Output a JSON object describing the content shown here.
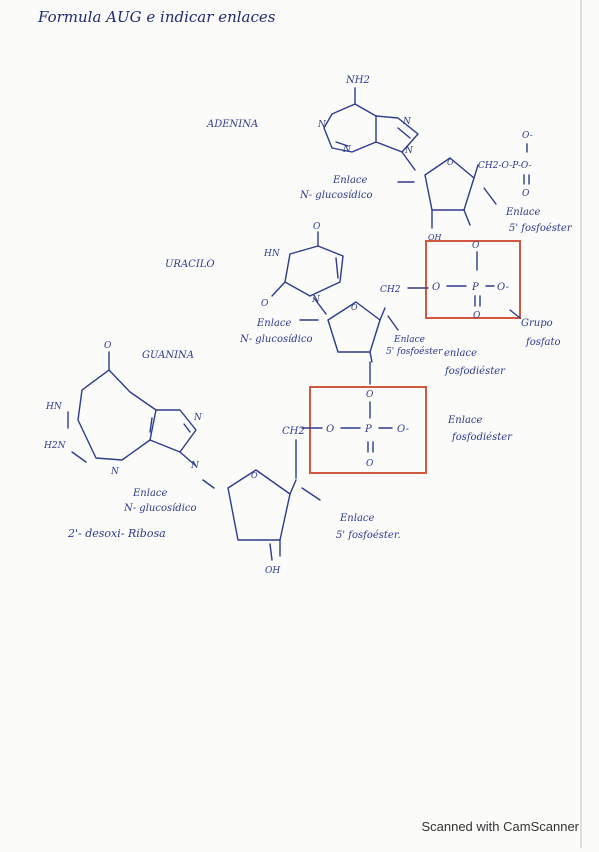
{
  "title": "Formula AUG e indicar enlaces",
  "labels": {
    "adenina": "ADENINA",
    "uracilo": "URACILO",
    "guanina": "GUANINA",
    "desoxirribosa": "2'- desoxi- Ribosa",
    "grupo_fosfato": [
      "Grupo",
      "fosfato"
    ]
  },
  "bonds": {
    "n_glucosidico_1": [
      "Enlace",
      "N- glucosídico"
    ],
    "n_glucosidico_2": [
      "Enlace",
      "N- glucosídico"
    ],
    "n_glucosidico_3": [
      "Enlace",
      "N- glucosídico"
    ],
    "fosfoester_1": [
      "Enlace",
      "5' fosfoéster"
    ],
    "fosfoester_2": [
      "Enlace",
      "5' fosfoéster"
    ],
    "fosfoester_3": [
      "Enlace",
      "5' fosfoéster."
    ],
    "fosfodiester_1": [
      "enlace",
      "fosfodiéster"
    ],
    "fosfodiester_2": [
      "Enlace",
      "fosfodiéster"
    ]
  },
  "atoms": {
    "nh2": "NH2",
    "hn": "HN",
    "h2n": "H2N",
    "n": "N",
    "o": "O",
    "oh": "OH",
    "o_minus": "O-",
    "ch2": "CH2",
    "p": "P",
    "top_phosphate": "CH2-O-P-O-"
  },
  "footer": "Scanned with CamScanner",
  "colors": {
    "ink": "#2e3a8c",
    "highlight": "#d2573f"
  }
}
